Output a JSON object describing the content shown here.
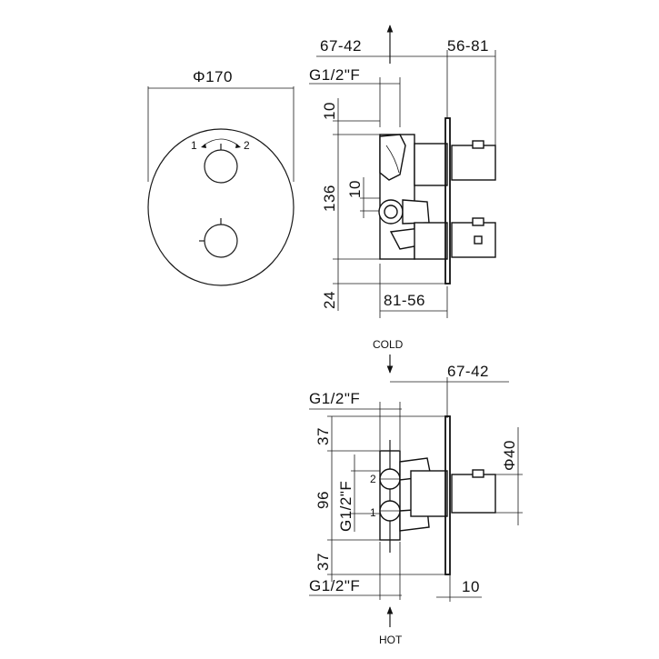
{
  "front_view": {
    "diameter_label": "Φ170",
    "dial_label_1": "1",
    "dial_label_2": "2"
  },
  "side_view": {
    "top_left_dim": "67-42",
    "top_right_dim": "56-81",
    "thread_label": "G1/2\"F",
    "dim_10_top": "10",
    "dim_136": "136",
    "dim_10_mid": "10",
    "dim_24": "24",
    "bottom_dim": "81-56"
  },
  "lower_view": {
    "cold_label": "COLD",
    "hot_label": "HOT",
    "top_thread_label": "G1/2\"F",
    "bottom_thread_label": "G1/2\"F",
    "vertical_thread_label": "G1/2\"F",
    "dim_67_42": "67-42",
    "dim_37_top": "37",
    "dim_96": "96",
    "dim_37_bottom": "37",
    "dim_phi40": "Φ40",
    "dim_10": "10",
    "port_label_1": "1",
    "port_label_2": "2"
  }
}
